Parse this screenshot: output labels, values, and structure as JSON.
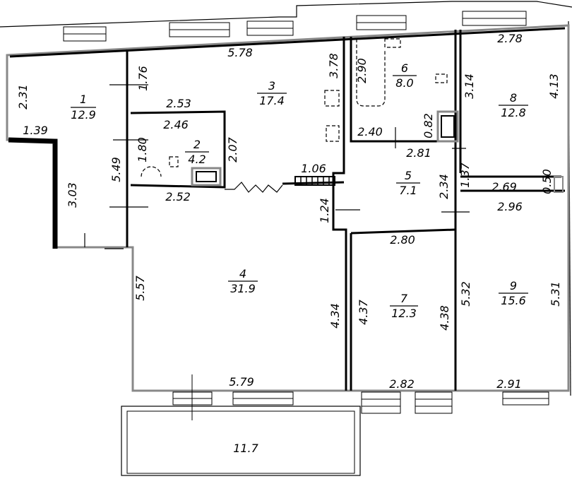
{
  "colors": {
    "wall": "#000000",
    "wall_outline": "#888888",
    "background": "#ffffff"
  },
  "rooms": [
    {
      "number": "1",
      "area": "12.9"
    },
    {
      "number": "2",
      "area": "4.2"
    },
    {
      "number": "3",
      "area": "17.4"
    },
    {
      "number": "4",
      "area": "31.9"
    },
    {
      "number": "5",
      "area": "7.1"
    },
    {
      "number": "6",
      "area": "8.0"
    },
    {
      "number": "7",
      "area": "12.3"
    },
    {
      "number": "8",
      "area": "12.8"
    },
    {
      "number": "9",
      "area": "15.6"
    }
  ],
  "balcony": {
    "area": "11.7"
  },
  "dims": {
    "r1_left": "2.31",
    "r1_step": "1.39",
    "r1_lower": "3.03",
    "r1_right": "5.49",
    "r2_top": "2.53",
    "r2_w": "2.46",
    "r2_h": "1.80",
    "r2_right": "2.07",
    "r2_bottom": "2.52",
    "r3_top": "5.78",
    "r3_left": "1.76",
    "r3_right": "3.78",
    "r3_passage": "1.06",
    "r4_left": "5.57",
    "r4_right": "4.34",
    "r4_bottom": "5.79",
    "r4_step": "1.24",
    "r5_top": "2.40",
    "r5_w": "2.81",
    "r5_right": "2.34",
    "r5_bottom": "2.80",
    "r6_bath": "2.90",
    "r6_duct": "0.82",
    "r7_left": "4.37",
    "r7_right": "4.38",
    "r7_bottom": "2.82",
    "r8_top": "2.78",
    "r8_left": "3.14",
    "r8_right": "4.13",
    "r8_small": "1.37",
    "r8_bottom": "2.69",
    "r8_duct": "0.50",
    "r9_top": "2.96",
    "r9_left": "5.32",
    "r9_right": "5.31",
    "r9_bottom": "2.91"
  }
}
